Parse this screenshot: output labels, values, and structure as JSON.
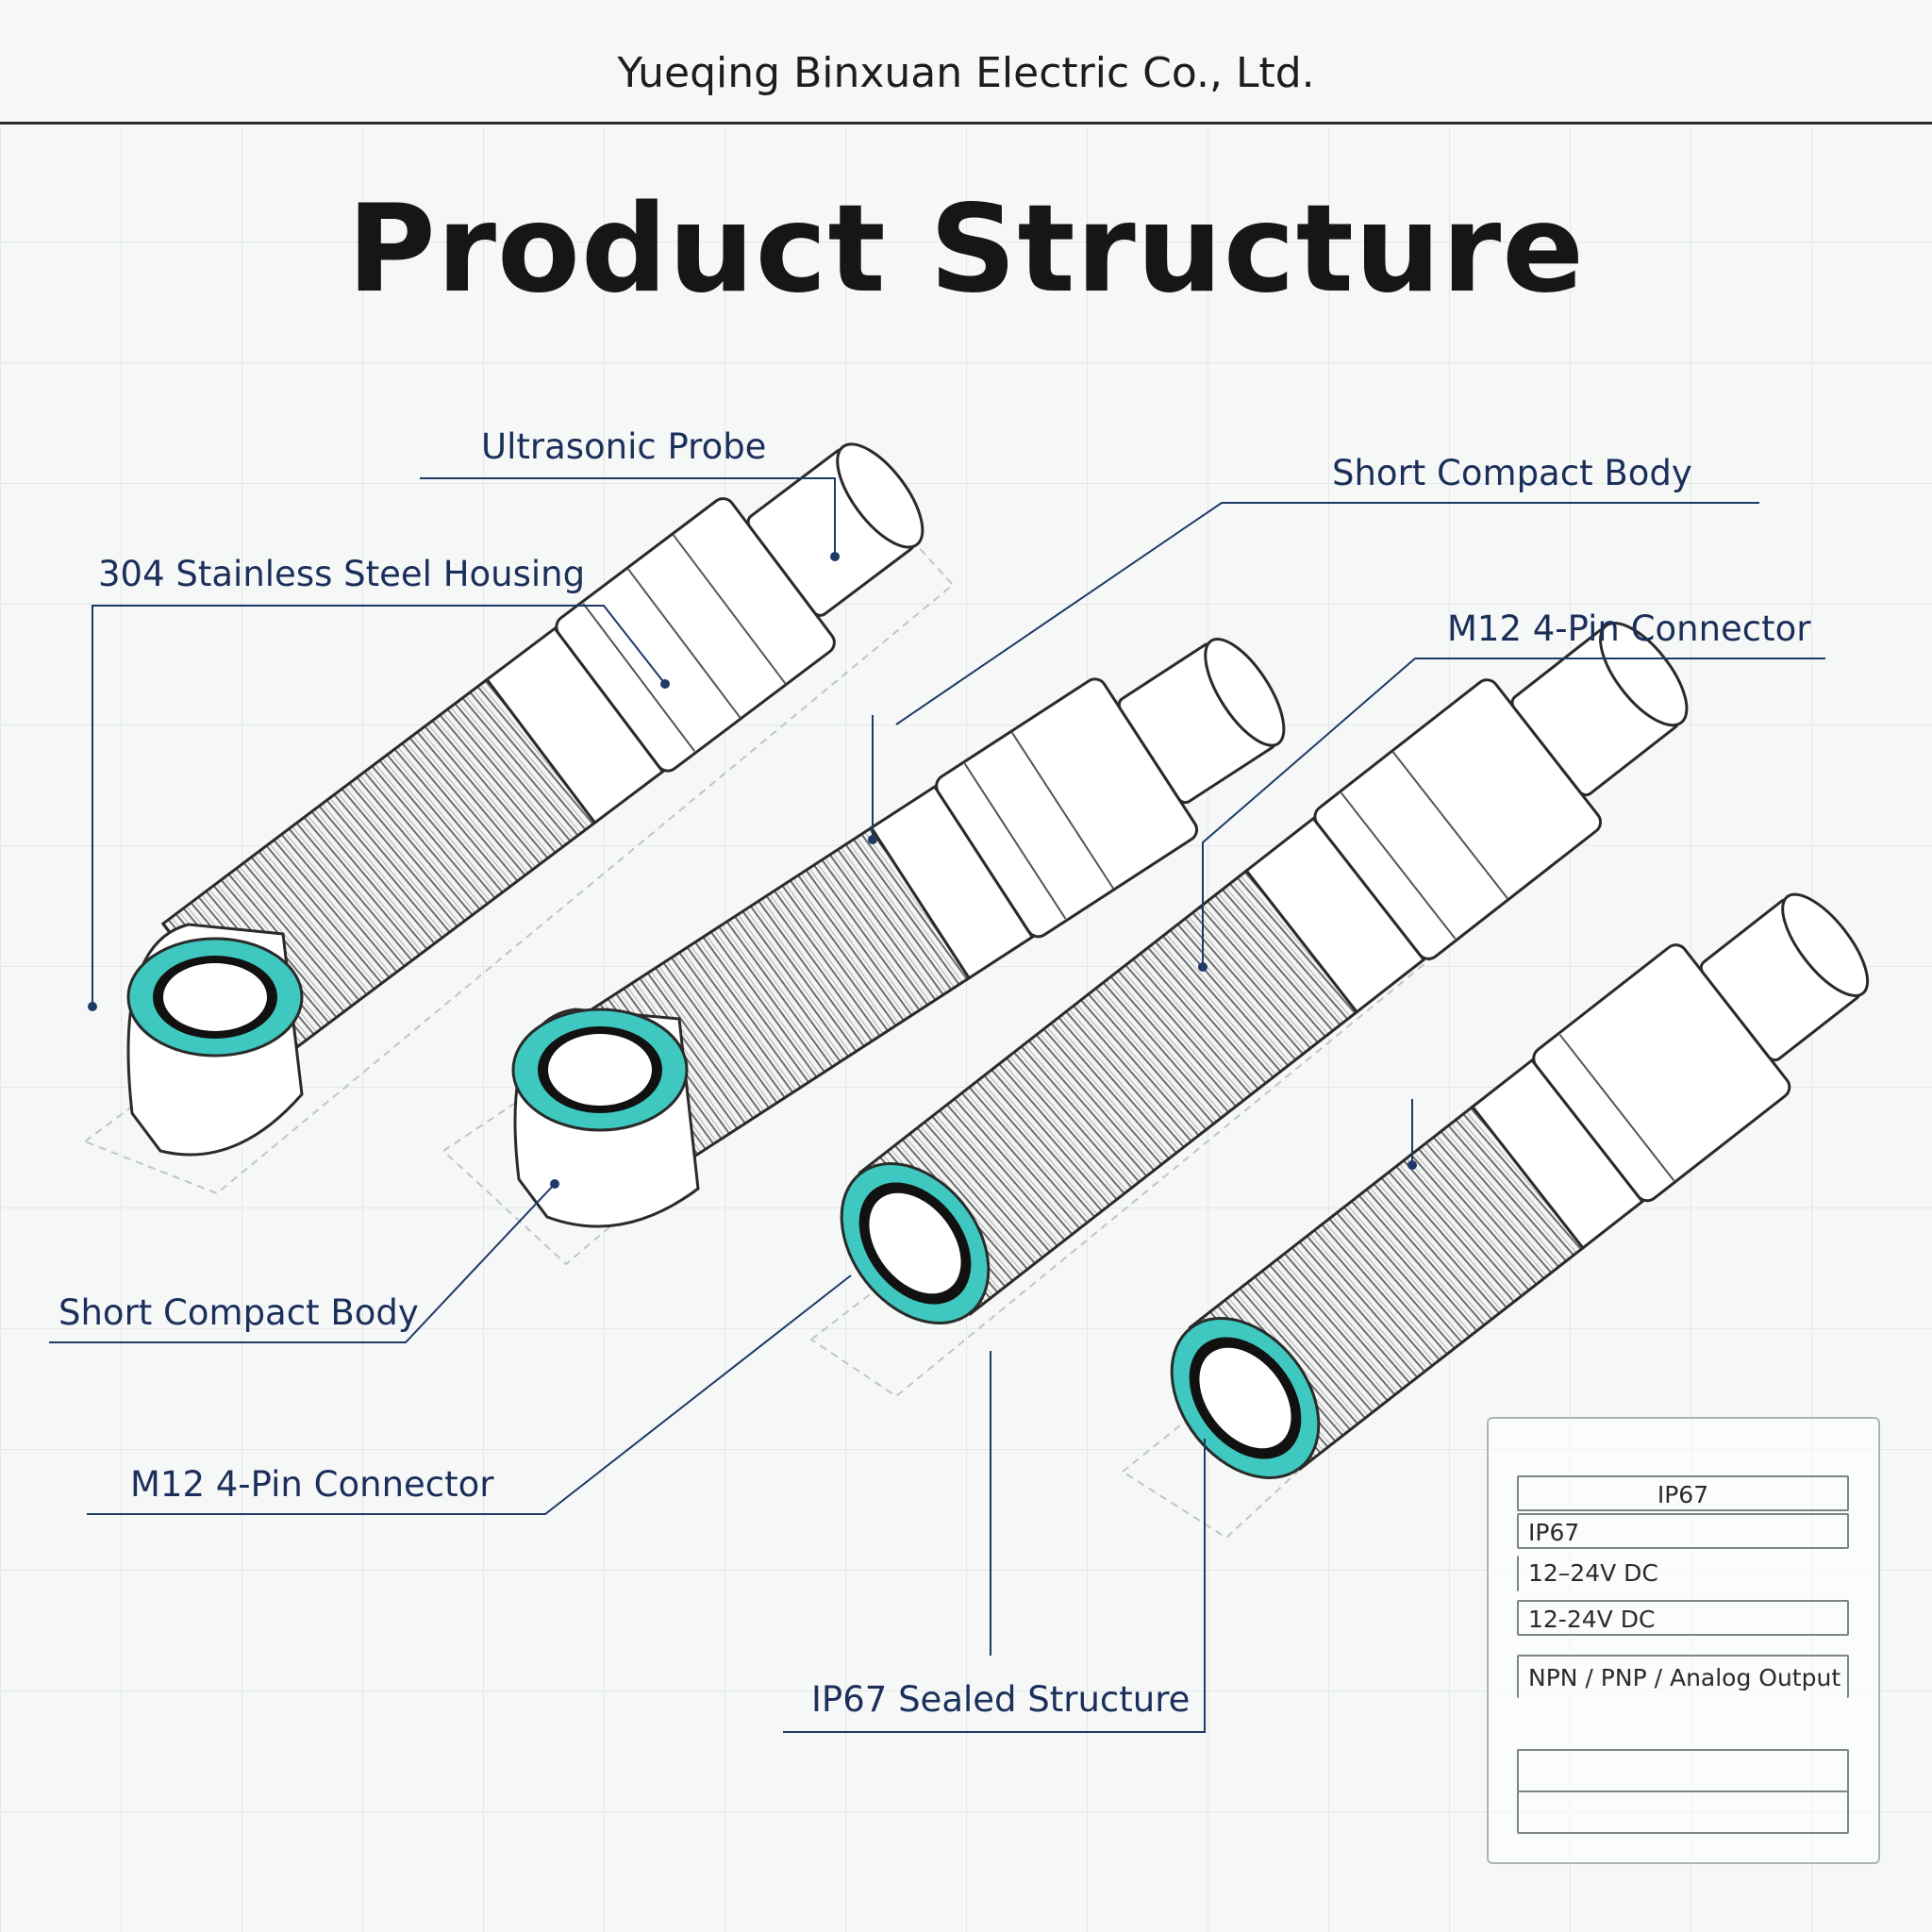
{
  "header": {
    "company": "Yueqing Binxuan Electric Co., Ltd."
  },
  "title": "Product Structure",
  "callouts": {
    "ultrasonic_probe": "Ultrasonic Probe",
    "housing": "304 Stainless Steel Housing",
    "compact_body_top": "Short Compact Body",
    "connector_top": "M12 4-Pin Connector",
    "compact_body_bottom": "Short Compact Body",
    "connector_bottom": "M12 4-Pin Connector",
    "sealed": "IP67 Sealed Structure"
  },
  "spec_table": {
    "rows": [
      "IP67",
      "IP67",
      "12–24V DC",
      "12-24V DC",
      "NPN / PNP / Analog Output",
      "",
      ""
    ]
  },
  "colors": {
    "sealing_ring": "#3ec8bf",
    "line_art": "#2a2a2a",
    "callout_text": "#1b2f5a",
    "leader_line": "#1e3a66"
  }
}
